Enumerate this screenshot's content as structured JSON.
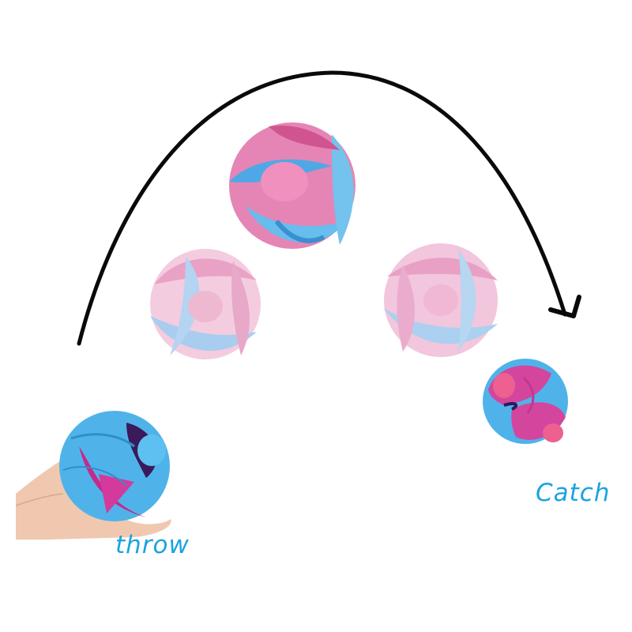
{
  "scene": {
    "description": "Color-changing flip ball thrown in an arc",
    "labels": {
      "throw": "throw",
      "catch": "Catch"
    },
    "colors": {
      "text": "#1aa3e0",
      "arc": "#0a0a0a",
      "blue": "#5ab8ec",
      "pink": "#e06aa8",
      "magenta": "#d43a9c",
      "skin": "#f0c8b0",
      "light_pink": "#eaa8c8",
      "light_blue": "#a8d0f0"
    },
    "balls": [
      {
        "stage": "in-hand",
        "dominant_color": "blue"
      },
      {
        "stage": "rising-open",
        "dominant_color": "light-pink-blue"
      },
      {
        "stage": "apex-open",
        "dominant_color": "pink-blue"
      },
      {
        "stage": "falling-open",
        "dominant_color": "light-pink-blue"
      },
      {
        "stage": "caught",
        "dominant_color": "magenta"
      }
    ]
  }
}
